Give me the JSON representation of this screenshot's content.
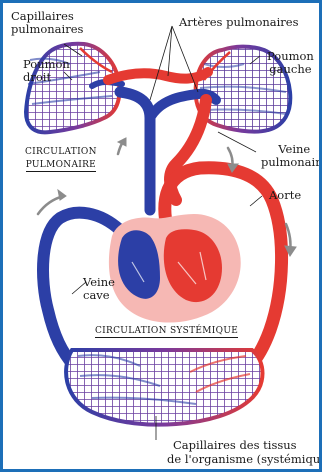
{
  "labels": {
    "capillaires_pulmonaires_1": "Capillaires",
    "capillaires_pulmonaires_2": "pulmonaires",
    "arteres_pulmonaires": "Artères pulmonaires",
    "poumon_droit_1": "Poumon",
    "poumon_droit_2": "droit",
    "poumon_gauche_1": "Poumon",
    "poumon_gauche_2": "gauche",
    "circulation_pulmonaire_1": "CIRCULATION",
    "circulation_pulmonaire_2": "PULMONAIRE",
    "veine_pulmonaire_1": "Veine",
    "veine_pulmonaire_2": "pulmonaire",
    "aorte": "Aorte",
    "veine_cave_1": "Veine",
    "veine_cave_2": "cave",
    "circulation_systemique": "CIRCULATION SYSTÉMIQUE",
    "capillaires_tissus_1": "Capillaires des tissus",
    "capillaires_tissus_2": "de l'organisme (systémiques)"
  },
  "colors": {
    "frame": "#1d6fb8",
    "oxygenated": "#e53a32",
    "deoxygenated": "#2c3fa6",
    "heart_background": "#f6b8b4",
    "capillary_mesh": "#6a3fa0",
    "flow_arrows": "#8c8c8c"
  }
}
